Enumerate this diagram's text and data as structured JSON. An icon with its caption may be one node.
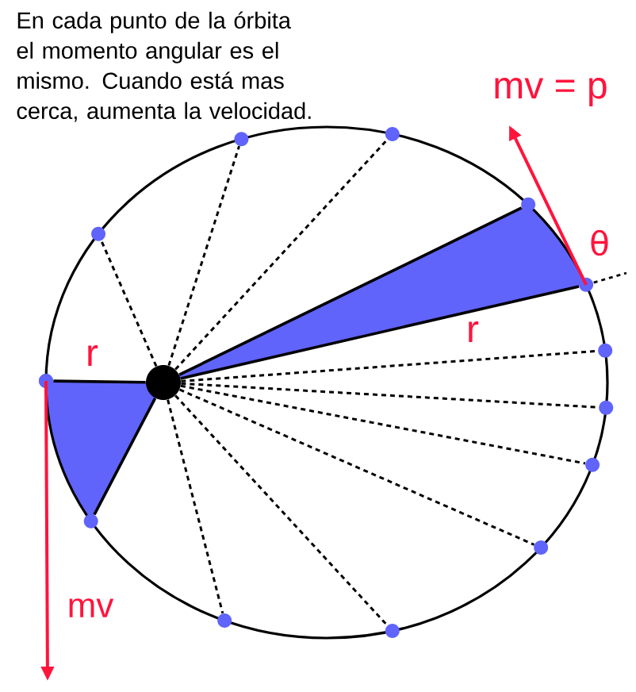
{
  "diagram": {
    "nodes": [
      {
        "text": [],
        "shape": "circle"
      },
      {
        "text": [],
        "shape": "circle"
      },
      {
        "text": [],
        "shape": "circle"
      },
      {
        "text": [],
        "shape": "circle"
      },
      {
        "text": [],
        "shape": "circle"
      },
      {
        "text": [],
        "shape": "circle"
      },
      {
        "text": [],
        "shape": "circle"
      },
      {
        "text": [],
        "shape": "circle"
      },
      {
        "text": [],
        "shape": "circle"
      },
      {
        "text": [],
        "shape": "circle"
      },
      {
        "text": [],
        "shape": "circle"
      },
      {
        "text": [],
        "shape": "circle"
      },
      {
        "text": [],
        "shape": "circle"
      },
      {
        "text": [],
        "shape": "circle"
      },
      {
        "text": [],
        "shape": "circle"
      }
    ],
    "edges": [
      {
        "from": 0,
        "to": 1,
        "arrow": "none",
        "label": "r"
      },
      {
        "from": 0,
        "to": 2,
        "arrow": "none",
        "style": "dashed"
      },
      {
        "from": 0,
        "to": 3,
        "arrow": "none",
        "style": "dashed"
      },
      {
        "from": 0,
        "to": 4,
        "arrow": "none",
        "style": "dashed"
      },
      {
        "from": 0,
        "to": 5,
        "arrow": "none"
      },
      {
        "from": 0,
        "to": 6,
        "arrow": "none",
        "label": "r"
      },
      {
        "from": 0,
        "to": 7,
        "arrow": "none",
        "style": "dashed"
      },
      {
        "from": 0,
        "to": 8,
        "arrow": "none",
        "style": "dashed"
      },
      {
        "from": 0,
        "to": 9,
        "arrow": "none",
        "style": "dashed"
      },
      {
        "from": 0,
        "to": 10,
        "arrow": "none",
        "style": "dashed"
      },
      {
        "from": 0,
        "to": 11,
        "arrow": "none",
        "style": "dashed"
      },
      {
        "from": 0,
        "to": 12,
        "arrow": "none",
        "style": "dashed"
      },
      {
        "from": 0,
        "to": 13,
        "arrow": "none"
      }
    ],
    "labels": [
      "En cada punto de la órbita el momento angular es el mismo. Cuando está mas cerca, aumenta la velocidad.",
      "mv = p",
      "θ",
      "mv"
    ]
  }
}
